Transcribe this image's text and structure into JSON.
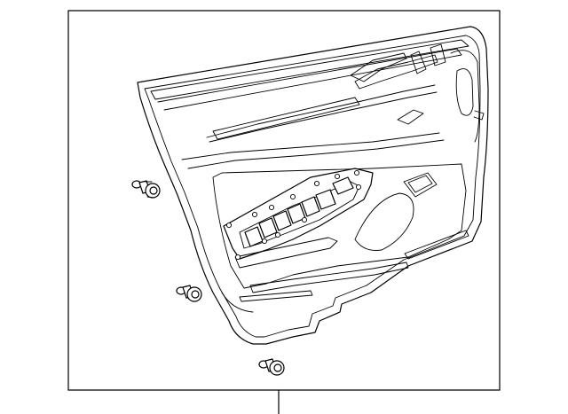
{
  "diagram": {
    "frame": "border",
    "parts": [
      {
        "name": "door-trim-panel",
        "shape": "panel"
      },
      {
        "name": "retainer-clip",
        "count": 3
      }
    ],
    "callout": "leader-line",
    "label_text": ""
  }
}
